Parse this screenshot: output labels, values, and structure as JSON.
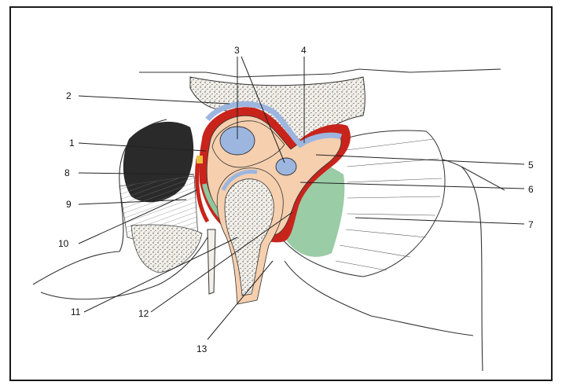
{
  "figure": {
    "labels": [
      {
        "id": "l1",
        "text": "1"
      },
      {
        "id": "l2",
        "text": "2"
      },
      {
        "id": "l3",
        "text": "3"
      },
      {
        "id": "l4",
        "text": "4"
      },
      {
        "id": "l5",
        "text": "5"
      },
      {
        "id": "l6",
        "text": "6"
      },
      {
        "id": "l7",
        "text": "7"
      },
      {
        "id": "l8",
        "text": "8"
      },
      {
        "id": "l9",
        "text": "9"
      },
      {
        "id": "l10",
        "text": "10"
      },
      {
        "id": "l11",
        "text": "11"
      },
      {
        "id": "l12",
        "text": "12"
      },
      {
        "id": "l13",
        "text": "13"
      }
    ],
    "colors": {
      "disc_blue": "#9cb6e0",
      "cartilage_peach": "#f6cfae",
      "capsule_red": "#c8241c",
      "muscle_green": "#8fc79c",
      "bone_stipple": "#e9e4dc",
      "frame": "#1a1a1a"
    }
  }
}
